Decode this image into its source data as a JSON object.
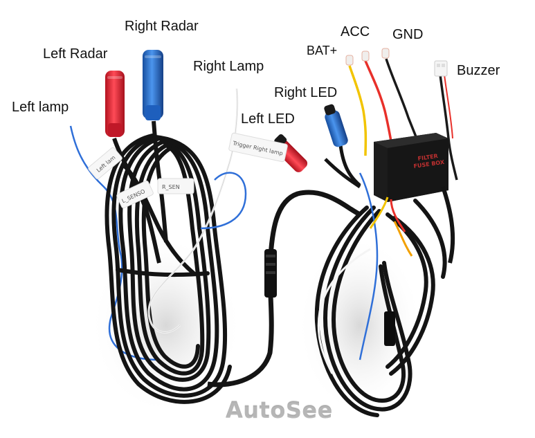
{
  "labels": {
    "left_lamp": "Left lamp",
    "left_radar": "Left Radar",
    "right_radar": "Right Radar",
    "right_lamp": "Right Lamp",
    "right_led": "Right LED",
    "left_led": "Left LED",
    "bat_plus": "BAT+",
    "acc": "ACC",
    "gnd": "GND",
    "buzzer": "Buzzer"
  },
  "cable_tags": {
    "left_lamp_tag": "Left lam",
    "left_sensor_tag": "L_SENSO",
    "right_sensor_tag": "R_SEN",
    "right_lamp_tag": "Trigger Right lamp"
  },
  "fuse_box": {
    "line1": "FILTER",
    "line2": "FUSE BOX"
  },
  "watermark": "AutoSee",
  "colors": {
    "red_connector": "#e0283a",
    "blue_connector": "#2a76d2",
    "cable_black": "#141414",
    "wire_blue": "#2f6fd8",
    "wire_white": "#f4f4f4",
    "wire_yellow": "#f2c400",
    "wire_red": "#e8302a",
    "wire_black": "#1a1a1a",
    "fuse_box": "#1c1c1c"
  }
}
